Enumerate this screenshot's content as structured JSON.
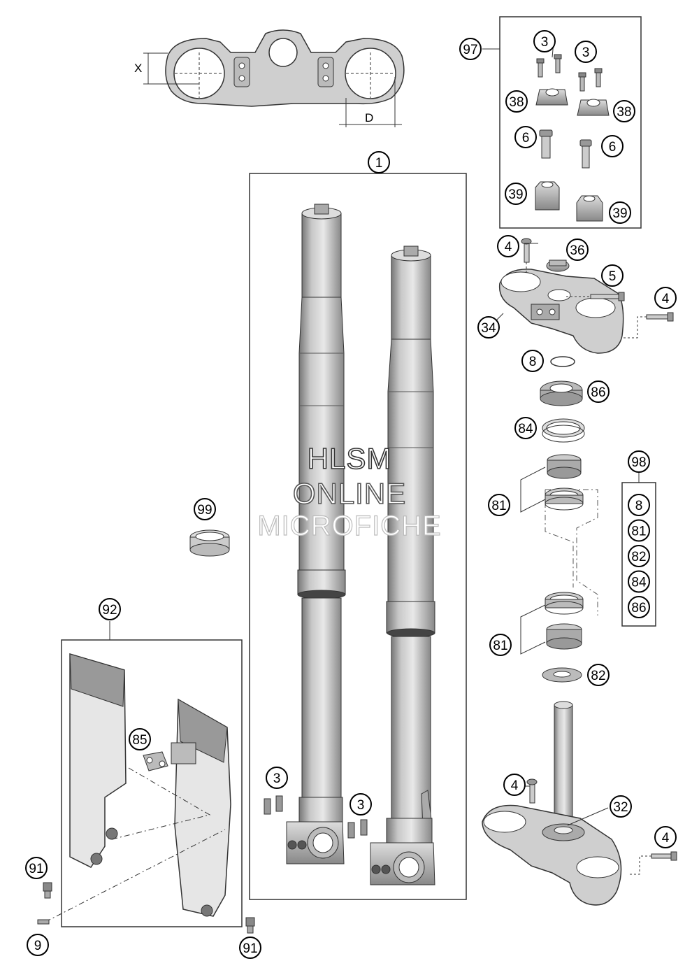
{
  "dimensions": {
    "x": "X",
    "d": "D"
  },
  "callouts": {
    "c1": "1",
    "c3a": "3",
    "c3b": "3",
    "c3c": "3",
    "c3d": "3",
    "c4a": "4",
    "c4b": "4",
    "c4c": "4",
    "c4d": "4",
    "c5": "5",
    "c6a": "6",
    "c6b": "6",
    "c8": "8",
    "c9": "9",
    "c32": "32",
    "c34": "34",
    "c36": "36",
    "c38a": "38",
    "c38b": "38",
    "c39a": "39",
    "c39b": "39",
    "c81a": "81",
    "c81b": "81",
    "c82": "82",
    "c84": "84",
    "c85": "85",
    "c86": "86",
    "c91a": "91",
    "c91b": "91",
    "c92": "92",
    "c97": "97",
    "c98": "98",
    "c99": "99"
  },
  "kit98": [
    "8",
    "81",
    "82",
    "84",
    "86"
  ],
  "watermark": {
    "line1": "HLSM",
    "line2": "ONLINE",
    "line3": "MICROFICHE"
  }
}
